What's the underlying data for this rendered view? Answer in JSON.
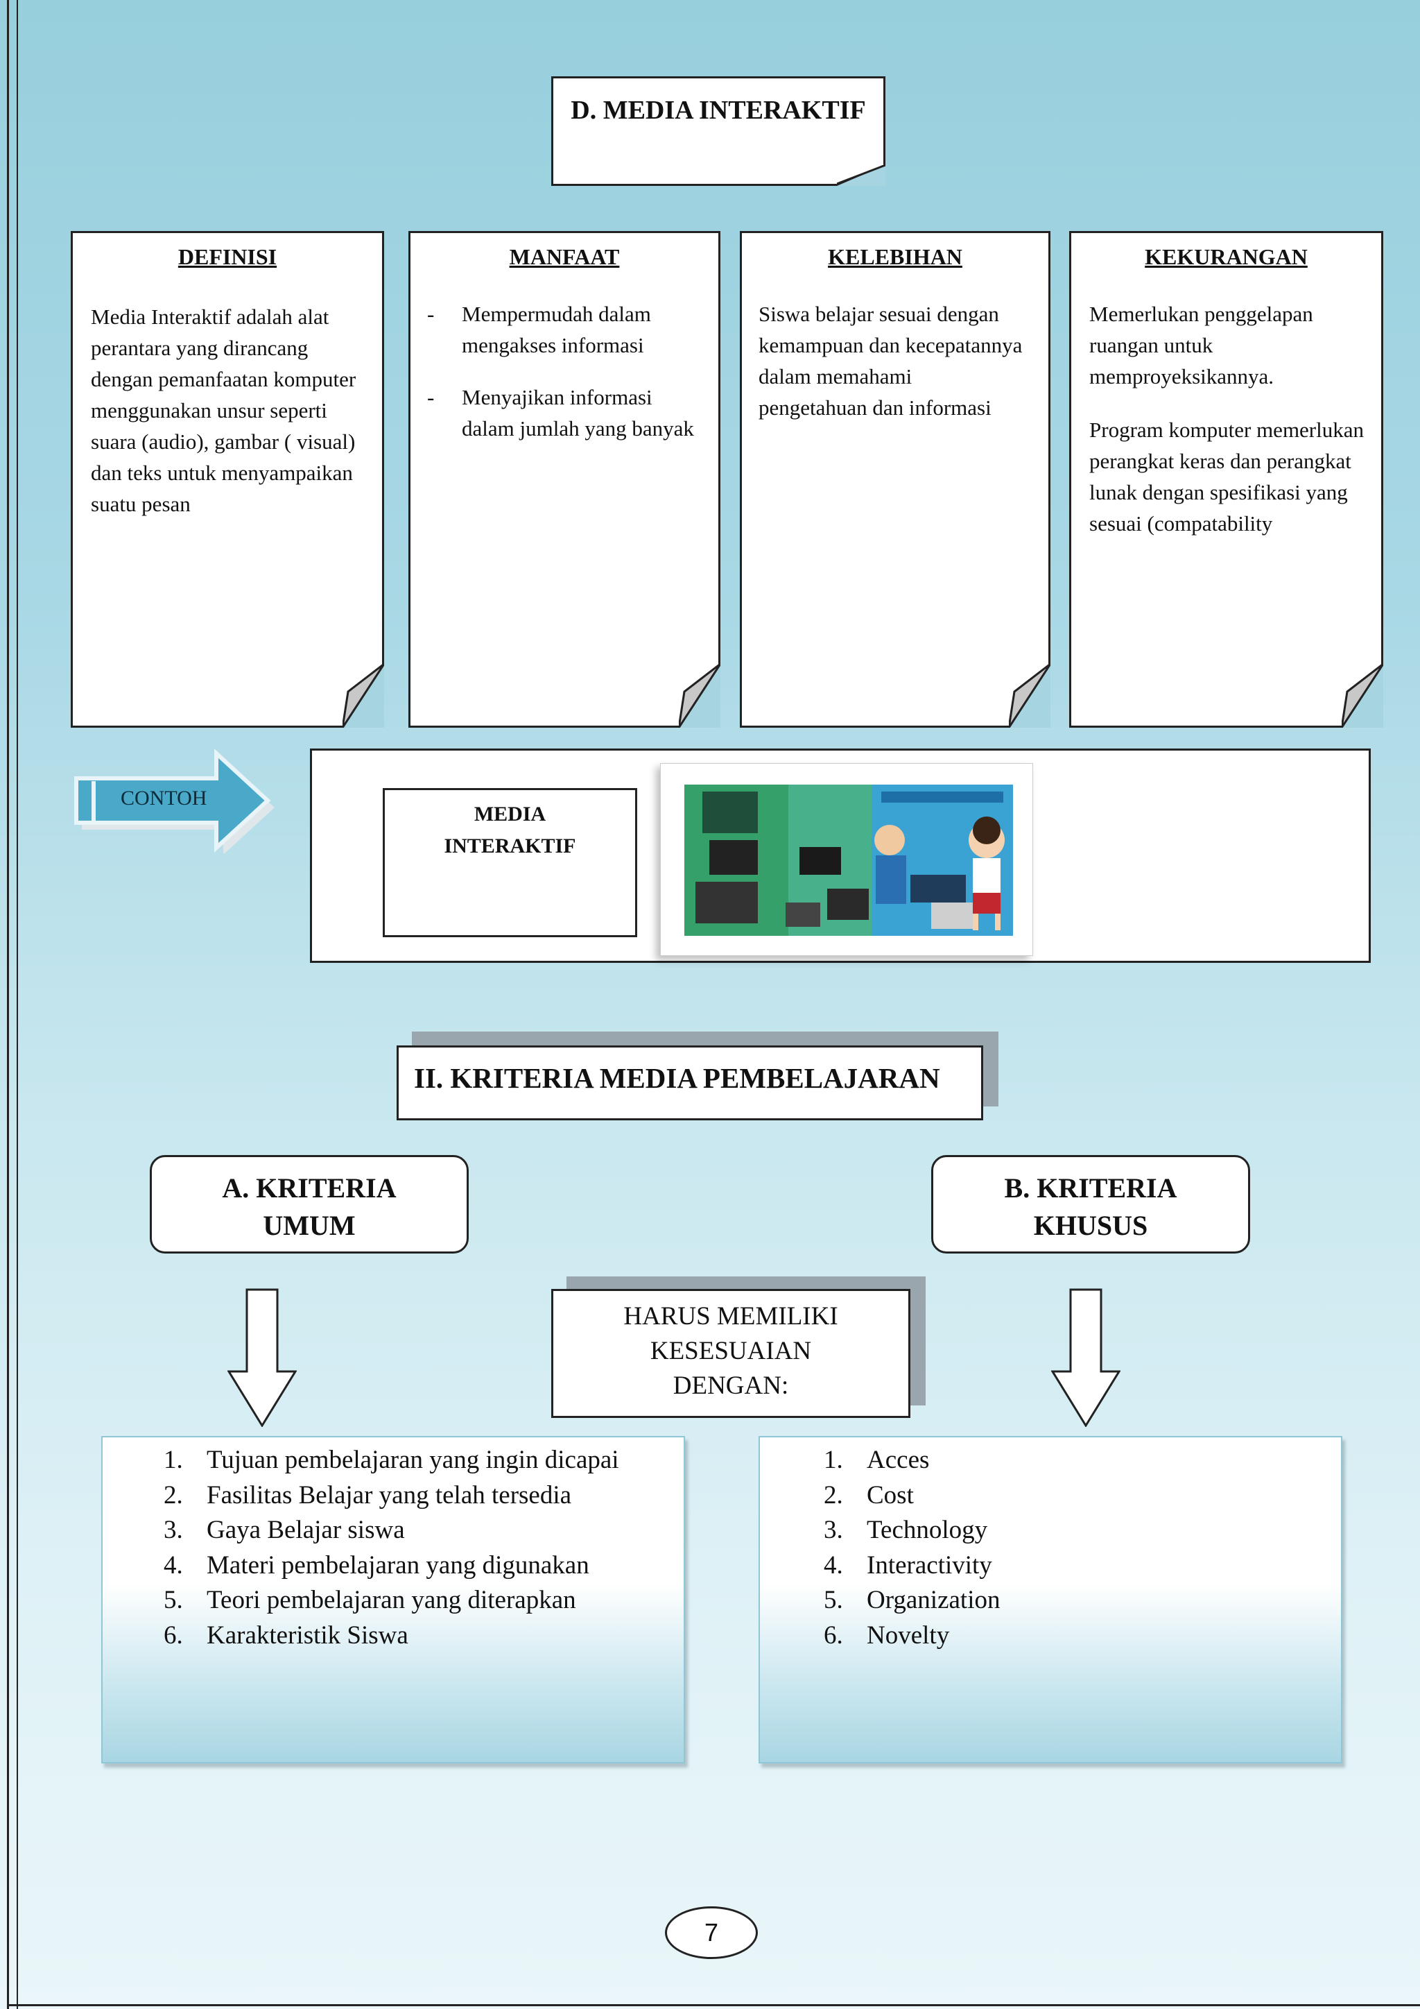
{
  "section_d": {
    "title": "D. MEDIA INTERAKTIF"
  },
  "cards": {
    "definisi": {
      "heading": "DEFINISI",
      "text": "Media Interaktif adalah alat perantara yang dirancang dengan pemanfaatan komputer menggunakan unsur seperti suara (audio), gambar ( visual) dan teks untuk menyampaikan suatu pesan"
    },
    "manfaat": {
      "heading": "MANFAAT",
      "items": [
        "Mempermudah dalam mengakses informasi",
        "Menyajikan informasi dalam jumlah yang banyak"
      ],
      "bullet": "-"
    },
    "kelebihan": {
      "heading": "KELEBIHAN",
      "text": "Siswa belajar sesuai dengan kemampuan dan kecepatannya dalam memahami pengetahuan dan informasi"
    },
    "kekurangan": {
      "heading": "KEKURANGAN",
      "p1": "Memerlukan penggelapan ruangan untuk memproyeksikannya.",
      "p2": "Program komputer memerlukan perangkat keras dan perangkat lunak dengan spesifikasi yang sesuai (compatability"
    }
  },
  "contoh": {
    "label": "CONTOH",
    "media_label_1": "MEDIA",
    "media_label_2": "INTERAKTIF"
  },
  "section_ii": {
    "title": "II. KRITERIA MEDIA PEMBELAJARAN",
    "kriteria_umum_1": "A. KRITERIA",
    "kriteria_umum_2": "UMUM",
    "kriteria_khusus_1": "B. KRITERIA",
    "kriteria_khusus_2": "KHUSUS",
    "harus_1": "HARUS MEMILIKI",
    "harus_2": "KESESUAIAN",
    "harus_3": "DENGAN:"
  },
  "list_umum": [
    {
      "n": "1.",
      "text": "Tujuan pembelajaran yang ingin dicapai"
    },
    {
      "n": "2.",
      "text": "Fasilitas Belajar yang telah tersedia"
    },
    {
      "n": "3.",
      "text": "Gaya Belajar siswa"
    },
    {
      "n": "4.",
      "text": "Materi pembelajaran yang digunakan"
    },
    {
      "n": "5.",
      "text": "Teori pembelajaran yang diterapkan"
    },
    {
      "n": "6.",
      "text": "Karakteristik Siswa"
    }
  ],
  "list_khusus": [
    {
      "n": "1.",
      "text": "Acces"
    },
    {
      "n": "2.",
      "text": "Cost"
    },
    {
      "n": "3.",
      "text": "Technology"
    },
    {
      "n": "4.",
      "text": "Interactivity"
    },
    {
      "n": "5.",
      "text": "Organization"
    },
    {
      "n": "6.",
      "text": "Novelty"
    }
  ],
  "page_number": "7",
  "colors": {
    "background_top": "#98cfdd",
    "background_bottom": "#eaf6f9",
    "arrow_blue": "#3ea5c6",
    "shadow_gray": "#9aa6ad"
  }
}
